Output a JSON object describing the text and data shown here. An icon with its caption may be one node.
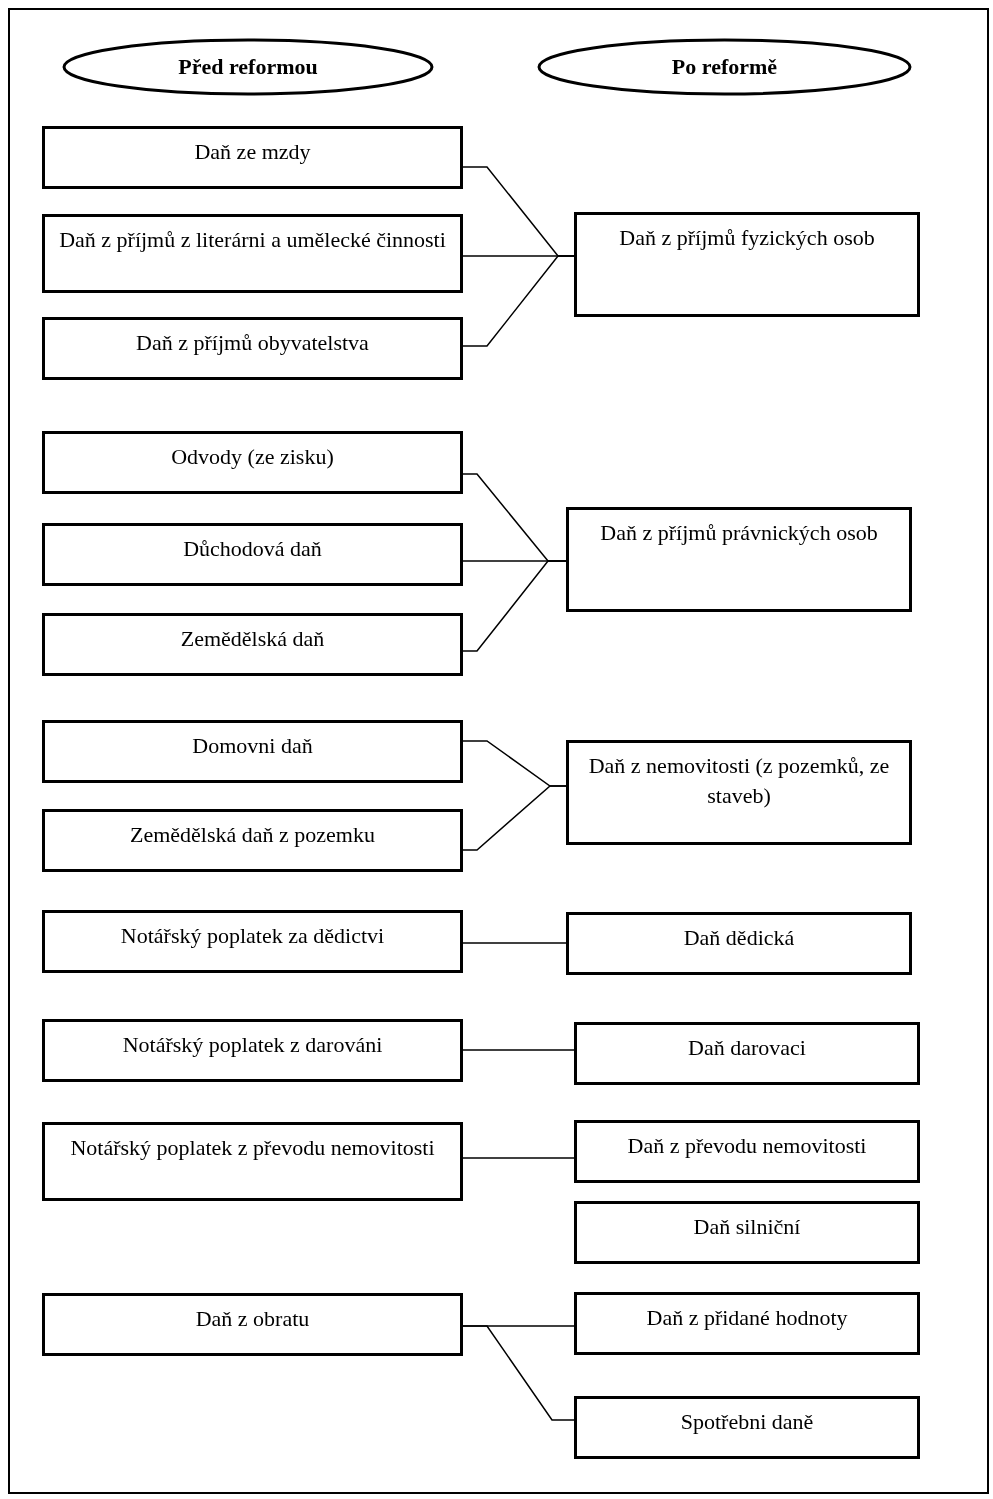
{
  "diagram": {
    "nodes": [
      {
        "text": [
          "Před reformou"
        ]
      },
      {
        "text": [
          "Po reformě"
        ]
      },
      {
        "text": [
          "Daň ze mzdy"
        ]
      },
      {
        "text": [
          "Daň z příjmů z literárni a umělecké činnosti"
        ]
      },
      {
        "text": [
          "Daň z příjmů obyvatelstva"
        ]
      },
      {
        "text": [
          "Daň z příjmů fyzických osob"
        ]
      },
      {
        "text": [
          "Odvody (ze zisku)"
        ]
      },
      {
        "text": [
          "Důchodová daň"
        ]
      },
      {
        "text": [
          "Zemědělská daň"
        ]
      },
      {
        "text": [
          "Daň z příjmů právnických osob"
        ]
      },
      {
        "text": [
          "Domovni daň"
        ]
      },
      {
        "text": [
          "Zemědělská daň z pozemku"
        ]
      },
      {
        "text": [
          "Daň z nemovitosti (z pozemků, ze staveb)"
        ]
      },
      {
        "text": [
          "Notářský poplatek za dědictvi"
        ]
      },
      {
        "text": [
          "Daň dědická"
        ]
      },
      {
        "text": [
          "Notářský poplatek z darováni"
        ]
      },
      {
        "text": [
          "Daň darovaci"
        ]
      },
      {
        "text": [
          "Notářský poplatek z převodu nemovitosti"
        ]
      },
      {
        "text": [
          "Daň z převodu nemovitosti"
        ]
      },
      {
        "text": [
          "Daň silniční"
        ]
      },
      {
        "text": [
          "Daň z obratu"
        ]
      },
      {
        "text": [
          "Daň z přidané hodnoty"
        ]
      },
      {
        "text": [
          "Spotřebni daně"
        ]
      }
    ],
    "edges": [
      {
        "from": 2,
        "to": 5,
        "arrow": "none"
      },
      {
        "from": 3,
        "to": 5,
        "arrow": "none"
      },
      {
        "from": 4,
        "to": 5,
        "arrow": "none"
      },
      {
        "from": 6,
        "to": 9,
        "arrow": "none"
      },
      {
        "from": 7,
        "to": 9,
        "arrow": "none"
      },
      {
        "from": 8,
        "to": 9,
        "arrow": "none"
      },
      {
        "from": 10,
        "to": 12,
        "arrow": "none"
      },
      {
        "from": 11,
        "to": 12,
        "arrow": "none"
      },
      {
        "from": 13,
        "to": 14,
        "arrow": "none"
      },
      {
        "from": 15,
        "to": 16,
        "arrow": "none"
      },
      {
        "from": 17,
        "to": 18,
        "arrow": "none"
      },
      {
        "from": 20,
        "to": 21,
        "arrow": "none"
      },
      {
        "from": 20,
        "to": 22,
        "arrow": "none"
      }
    ]
  }
}
